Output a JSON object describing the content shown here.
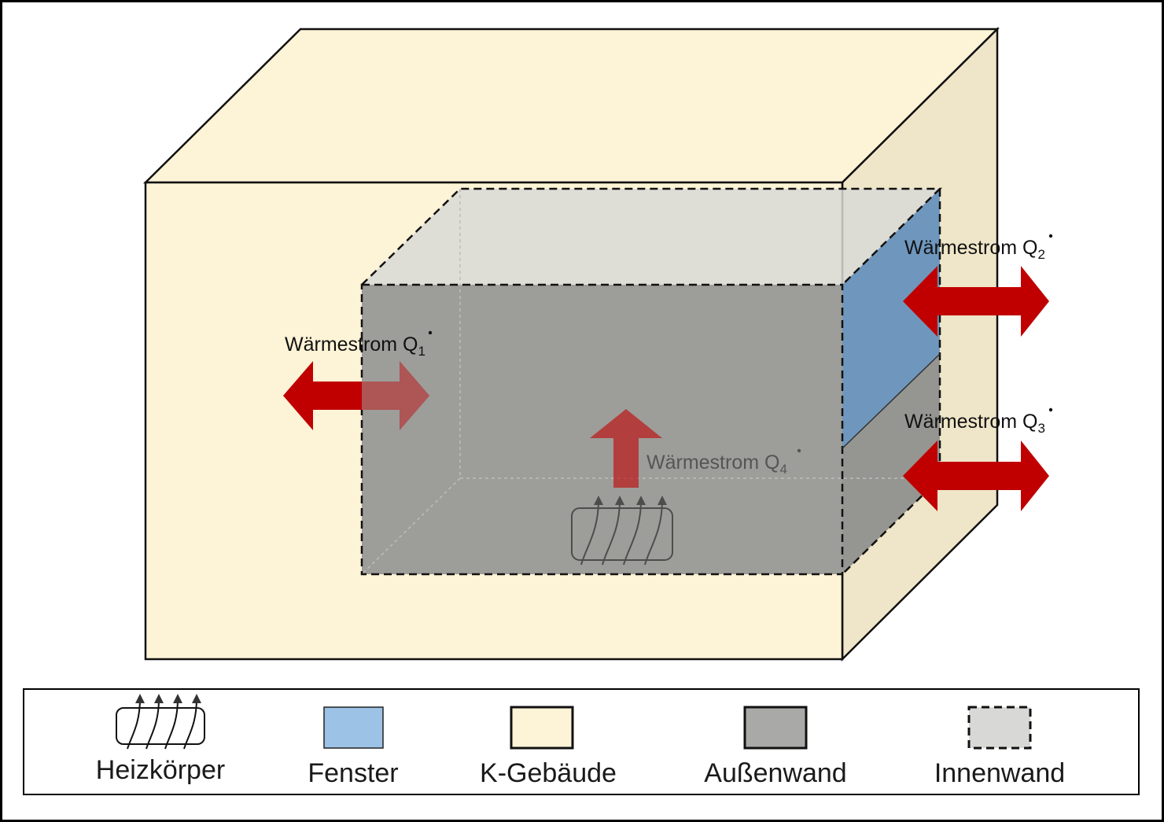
{
  "colors": {
    "building": "#fdf3d6",
    "building_side": "#efe6c9",
    "outer_wall": "#9d9d9a",
    "inner_wall": "#d8d8d6",
    "window": "#6f97bd",
    "window_legend": "#9cc2e5",
    "arrow": "#c00000"
  },
  "labels": {
    "q1": {
      "text": "Wärmestrom Q",
      "sub": "1"
    },
    "q2": {
      "text": "Wärmestrom Q",
      "sub": "2"
    },
    "q3": {
      "text": "Wärmestrom Q",
      "sub": "3"
    },
    "q4": {
      "text": "Wärmestrom Q",
      "sub": "4"
    }
  },
  "legend": {
    "items": [
      {
        "id": "heater",
        "label": "Heizkörper",
        "icon": "heater-icon"
      },
      {
        "id": "window",
        "label": "Fenster",
        "icon": "window-swatch"
      },
      {
        "id": "building",
        "label": "K-Gebäude",
        "icon": "building-swatch"
      },
      {
        "id": "outer",
        "label": "Außenwand",
        "icon": "outer-wall-swatch"
      },
      {
        "id": "inner",
        "label": "Innenwand",
        "icon": "inner-wall-swatch"
      }
    ]
  }
}
